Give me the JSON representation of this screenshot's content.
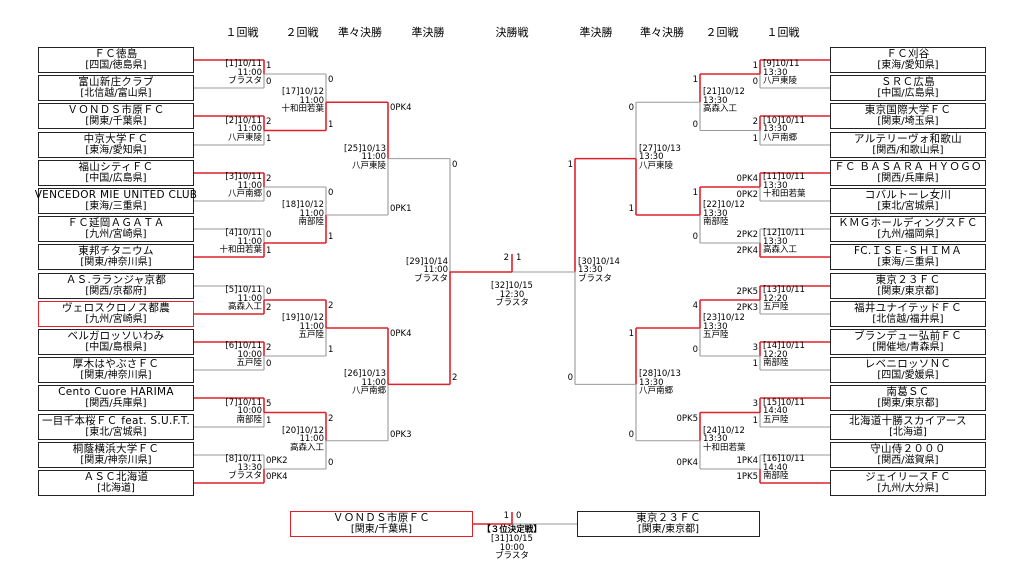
{
  "round_headers": {
    "left": [
      "１回戦",
      "２回戦",
      "準々決勝",
      "準決勝"
    ],
    "final": "決勝戦",
    "right": [
      "準決勝",
      "準々決勝",
      "２回戦",
      "１回戦"
    ]
  },
  "left_teams": [
    {
      "name": "ＦＣ徳島",
      "region": "[四国/徳島県]"
    },
    {
      "name": "富山新庄クラブ",
      "region": "[北信越/富山県]"
    },
    {
      "name": "ＶＯＮＤＳ市原ＦＣ",
      "region": "[関東/千葉県]"
    },
    {
      "name": "中京大学ＦＣ",
      "region": "[東海/愛知県]"
    },
    {
      "name": "福山シティＦＣ",
      "region": "[中国/広島県]"
    },
    {
      "name": "VENCEDOR MIE UNITED CLUB",
      "region": "[東海/三重県]"
    },
    {
      "name": "ＦＣ延岡ＡＧＡＴＡ",
      "region": "[九州/宮崎県]"
    },
    {
      "name": "東邦チタニウム",
      "region": "[関東/神奈川県]"
    },
    {
      "name": "ＡＳ.ラランジャ京都",
      "region": "[関西/京都府]"
    },
    {
      "name": "ヴェロスクロノス都農",
      "region": "[九州/宮崎県]"
    },
    {
      "name": "ベルガロッソいわみ",
      "region": "[中国/島根県]"
    },
    {
      "name": "厚木はやぶさＦＣ",
      "region": "[関東/神奈川県]"
    },
    {
      "name": "Cento Cuore HARIMA",
      "region": "[関西/兵庫県]"
    },
    {
      "name": "一目千本桜ＦＣ feat. S.U.F.T.",
      "region": "[東北/宮城県]"
    },
    {
      "name": "桐蔭横浜大学ＦＣ",
      "region": "[関東/神奈川県]"
    },
    {
      "name": "ＡＳＣ北海道",
      "region": "[北海道]"
    }
  ],
  "right_teams": [
    {
      "name": "ＦＣ刈谷",
      "region": "[東海/愛知県]"
    },
    {
      "name": "ＳＲＣ広島",
      "region": "[中国/広島県]"
    },
    {
      "name": "東京国際大学ＦＣ",
      "region": "[関東/埼玉県]"
    },
    {
      "name": "アルテリーヴォ和歌山",
      "region": "[関西/和歌山県]"
    },
    {
      "name": "ＦＣ ＢＡＳＡＲＡ ＨＹＯＧＯ",
      "region": "[関西/兵庫県]"
    },
    {
      "name": "コバルトーレ女川",
      "region": "[東北/宮城県]"
    },
    {
      "name": "ＫＭＧホールディングスＦＣ",
      "region": "[九州/福岡県]"
    },
    {
      "name": "FC.ＩＳＥ-ＳＨＩＭＡ",
      "region": "[東海/三重県]"
    },
    {
      "name": "東京２３ＦＣ",
      "region": "[関東/東京都]"
    },
    {
      "name": "福井ユナイテッドＦＣ",
      "region": "[北信越/福井県]"
    },
    {
      "name": "ブランデュー弘前ＦＣ",
      "region": "[開催地/青森県]"
    },
    {
      "name": "レベニロッソＮＣ",
      "region": "[四国/愛媛県]"
    },
    {
      "name": "南葛ＳＣ",
      "region": "[関東/東京都]"
    },
    {
      "name": "北海道十勝スカイアース",
      "region": "[北海道]"
    },
    {
      "name": "守山侍２０００",
      "region": "[関西/滋賀県]"
    },
    {
      "name": "ジェイリースＦＣ",
      "region": "[九州/大分県]"
    }
  ],
  "left_r1": [
    {
      "info": [
        "[1]10/11",
        "11:00",
        "ブラスタ"
      ],
      "scores": [
        "1",
        "0"
      ]
    },
    {
      "info": [
        "[2]10/11",
        "11:00",
        "八戸東陵"
      ],
      "scores": [
        "2",
        "1"
      ]
    },
    {
      "info": [
        "[3]10/11",
        "11:00",
        "八戸南郷"
      ],
      "scores": [
        "2",
        "0"
      ]
    },
    {
      "info": [
        "[4]10/11",
        "11:00",
        "十和田若葉"
      ],
      "scores": [
        "0",
        "1"
      ]
    },
    {
      "info": [
        "[5]10/11",
        "11:00",
        "高森入工"
      ],
      "scores": [
        "0",
        "2"
      ]
    },
    {
      "info": [
        "[6]10/11",
        "10:00",
        "五戸陸"
      ],
      "scores": [
        "2",
        "0"
      ]
    },
    {
      "info": [
        "[7]10/11",
        "10:00",
        "南部陸"
      ],
      "scores": [
        "5",
        "1"
      ]
    },
    {
      "info": [
        "[8]10/11",
        "13:30",
        "ブラスタ"
      ],
      "scores": [
        "0PK2",
        "0PK4"
      ]
    }
  ],
  "left_r2": [
    {
      "info": [
        "[17]10/12",
        "11:00",
        "十和田若葉"
      ],
      "scores": [
        "0",
        "1"
      ]
    },
    {
      "info": [
        "[18]10/12",
        "11:00",
        "南部陸"
      ],
      "scores": [
        "0",
        "1"
      ]
    },
    {
      "info": [
        "[19]10/12",
        "11:00",
        "五戸陸"
      ],
      "scores": [
        "2",
        "1"
      ]
    },
    {
      "info": [
        "[20]10/12",
        "11:00",
        "高森入工"
      ],
      "scores": [
        "2",
        "0"
      ]
    }
  ],
  "left_qf": [
    {
      "info": [
        "[25]10/13",
        "11:00",
        "八戸東陵"
      ],
      "scores": [
        "0PK4",
        "0PK1"
      ]
    },
    {
      "info": [
        "[26]10/13",
        "11:00",
        "八戸南郷"
      ],
      "scores": [
        "0PK4",
        "0PK3"
      ]
    }
  ],
  "left_sf": {
    "info": [
      "[29]10/14",
      "11:00",
      "ブラスタ"
    ],
    "scores": [
      "0",
      "2"
    ]
  },
  "right_r1": [
    {
      "info": [
        "[9]10/11",
        "13:30",
        "八戸東陵"
      ],
      "scores": [
        "1",
        "0"
      ]
    },
    {
      "info": [
        "[10]10/11",
        "13:30",
        "八戸南郷"
      ],
      "scores": [
        "2",
        "1"
      ]
    },
    {
      "info": [
        "[11]10/11",
        "13:30",
        "十和田若葉"
      ],
      "scores": [
        "0PK4",
        "0PK2"
      ]
    },
    {
      "info": [
        "[12]10/11",
        "13:30",
        "高森入工"
      ],
      "scores": [
        "2PK2",
        "2PK4"
      ]
    },
    {
      "info": [
        "[13]10/11",
        "12:20",
        "五戸陸"
      ],
      "scores": [
        "2PK5",
        "2PK3"
      ]
    },
    {
      "info": [
        "[14]10/11",
        "12:20",
        "南部陸"
      ],
      "scores": [
        "3",
        "1"
      ]
    },
    {
      "info": [
        "[15]10/11",
        "14:40",
        "五戸陸"
      ],
      "scores": [
        "3",
        "1"
      ]
    },
    {
      "info": [
        "[16]10/11",
        "14:40",
        "南部陸"
      ],
      "scores": [
        "1PK4",
        "1PK5"
      ]
    }
  ],
  "right_r2": [
    {
      "info": [
        "[21]10/12",
        "13:30",
        "高森入工"
      ],
      "scores": [
        "1",
        "0"
      ]
    },
    {
      "info": [
        "[22]10/12",
        "13:30",
        "南部陸"
      ],
      "scores": [
        "1",
        "0"
      ]
    },
    {
      "info": [
        "[23]10/12",
        "13:30",
        "五戸陸"
      ],
      "scores": [
        "4",
        "0"
      ]
    },
    {
      "info": [
        "[24]10/12",
        "13:30",
        "十和田若葉"
      ],
      "scores": [
        "0PK5",
        "0PK4"
      ]
    }
  ],
  "right_qf": [
    {
      "info": [
        "[27]10/13",
        "13:30",
        "八戸東陵"
      ],
      "scores": [
        "0",
        "1"
      ]
    },
    {
      "info": [
        "[28]10/13",
        "13:30",
        "八戸南郷"
      ],
      "scores": [
        "1",
        "0"
      ]
    }
  ],
  "right_sf": {
    "info": [
      "[30]10/14",
      "13:30",
      "ブラスタ"
    ],
    "scores": [
      "1",
      "0"
    ]
  },
  "final": {
    "info": [
      "[32]10/15",
      "12:30",
      "ブラスタ"
    ],
    "scores": [
      "2",
      "1"
    ]
  },
  "third_place": {
    "label": "【３位決定戦】",
    "info": [
      "[31]10/15",
      "10:00",
      "ブラスタ"
    ],
    "scores": [
      "1",
      "0"
    ],
    "left_team": {
      "name": "ＶＯＮＤＳ市原ＦＣ",
      "region": "[関東/千葉県]"
    },
    "right_team": {
      "name": "東京２３ＦＣ",
      "region": "[関東/東京都]"
    }
  },
  "colors": {
    "winner": "#e0202a",
    "loser": "#999999",
    "border": "#222222"
  }
}
